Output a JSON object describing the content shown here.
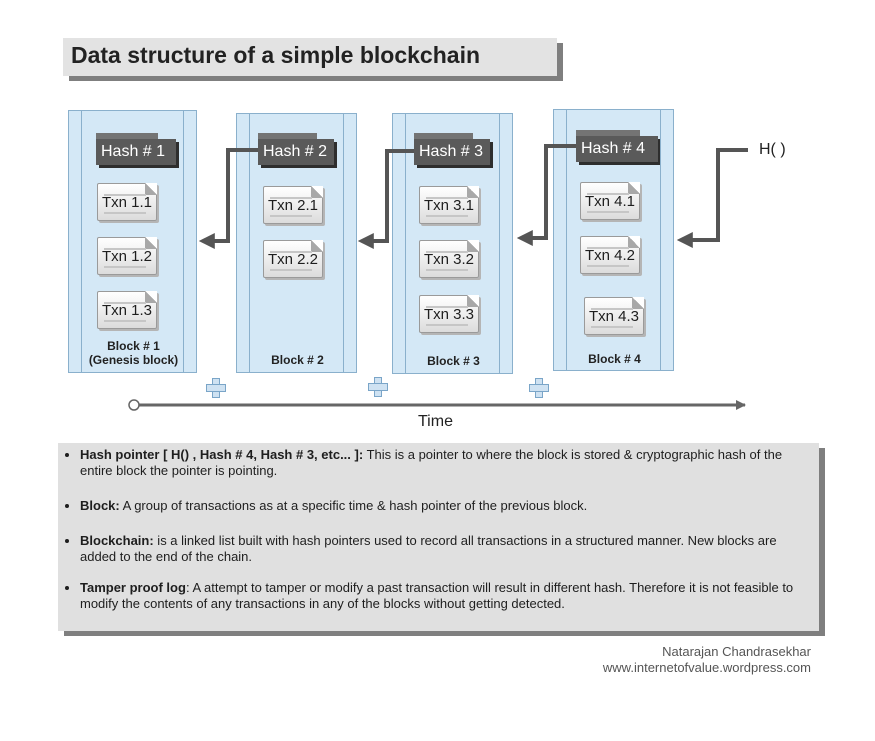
{
  "title": "Data structure of a simple blockchain",
  "blocks": [
    {
      "hash": "Hash # 1",
      "txns": [
        "Txn 1.1",
        "Txn 1.2",
        "Txn 1.3"
      ],
      "label": "Block # 1",
      "sublabel": "(Genesis block)"
    },
    {
      "hash": "Hash # 2",
      "txns": [
        "Txn 2.1",
        "Txn 2.2"
      ],
      "label": "Block # 2",
      "sublabel": ""
    },
    {
      "hash": "Hash # 3",
      "txns": [
        "Txn 3.1",
        "Txn 3.2",
        "Txn 3.3"
      ],
      "label": "Block # 3",
      "sublabel": ""
    },
    {
      "hash": "Hash # 4",
      "txns": [
        "Txn 4.1",
        "Txn 4.2",
        "Txn 4.3"
      ],
      "label": "Block # 4",
      "sublabel": ""
    }
  ],
  "hash_function": "H( )",
  "time_label": "Time",
  "notes": [
    {
      "term": "Hash pointer [ H() , Hash # 4, Hash # 3, etc... ]:",
      "text": " This is a pointer to where the block is stored & cryptographic hash of the entire block the pointer is pointing."
    },
    {
      "term": "Block:",
      "text": " A group of transactions as at a specific time & hash pointer of the previous block."
    },
    {
      "term": "Blockchain:",
      "text": " is a linked list built with hash pointers used to record all transactions in a structured  manner. New blocks are added to the end of the chain."
    },
    {
      "term": "Tamper proof log",
      "text": ": A attempt to tamper or modify a past transaction will result in different hash. Therefore it is not feasible to modify the contents of any transactions in any of the blocks without getting detected."
    }
  ],
  "credit": {
    "author": "Natarajan Chandrasekhar",
    "site": "www.internetofvalue.wordpress.com"
  },
  "colors": {
    "block_fill": "#d4e8f6",
    "block_border": "#8ab0cc",
    "hash_fill": "#5a5a5a",
    "arrow": "#555555",
    "notes_fill": "#e0e0e0"
  }
}
